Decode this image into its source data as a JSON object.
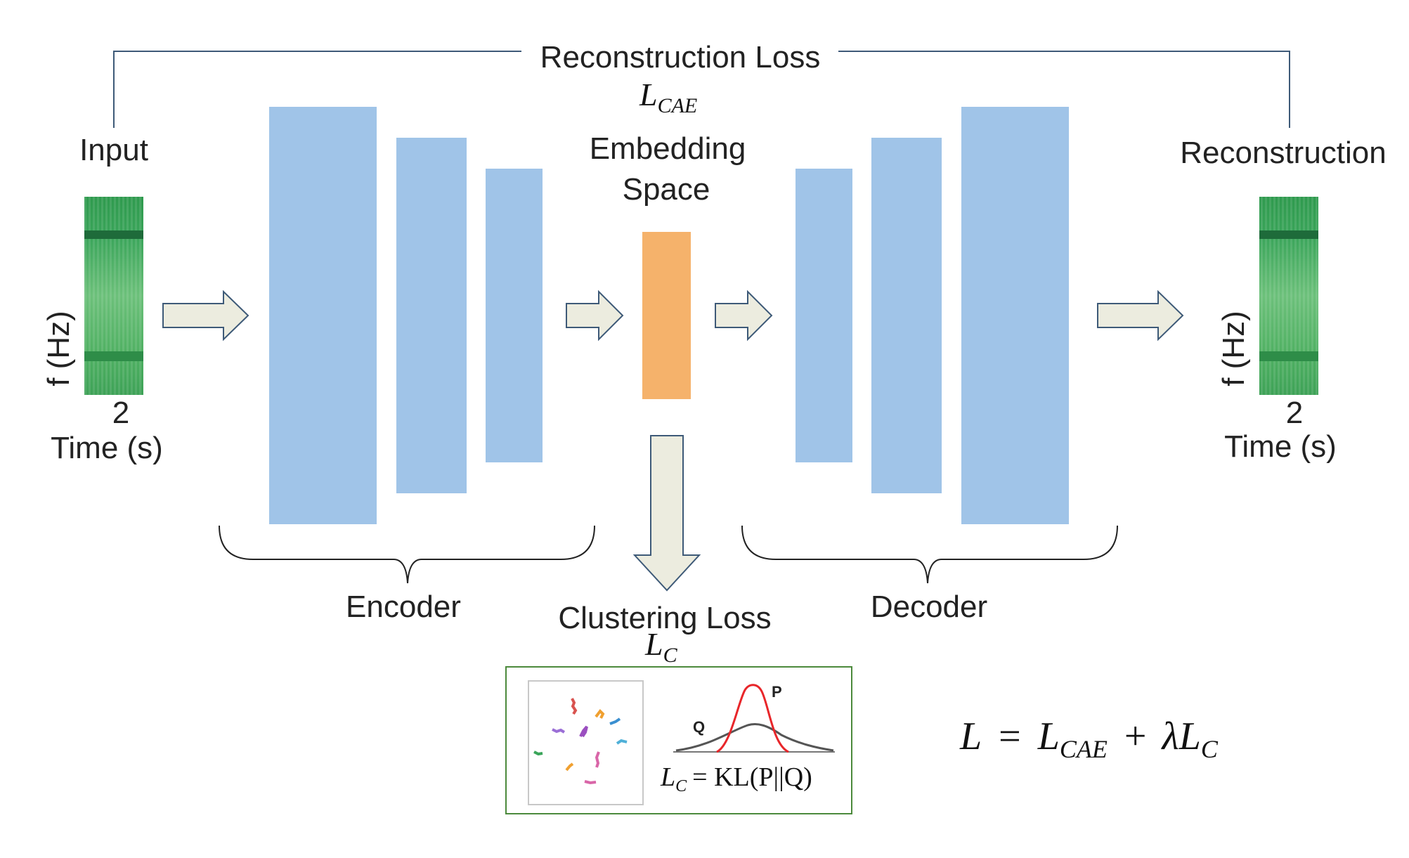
{
  "top_loss": {
    "label": "Reconstruction Loss",
    "symbol_base": "L",
    "symbol_sub": "CAE"
  },
  "input": {
    "title": "Input",
    "y_axis": "f (Hz)",
    "x_tick": "2",
    "x_axis": "Time (s)"
  },
  "output": {
    "title": "Reconstruction",
    "y_axis": "f (Hz)",
    "x_tick": "2",
    "x_axis": "Time (s)"
  },
  "embedding": {
    "line1": "Embedding",
    "line2": "Space"
  },
  "encoder": {
    "label": "Encoder"
  },
  "decoder": {
    "label": "Decoder"
  },
  "clustering": {
    "label": "Clustering Loss",
    "symbol_base": "L",
    "symbol_sub": "C",
    "p_label": "P",
    "q_label": "Q",
    "kl_lhs_base": "L",
    "kl_lhs_sub": "C",
    "kl_rhs": "= KL(P||Q)"
  },
  "total_loss": {
    "l": "L",
    "eq": "=",
    "t1_base": "L",
    "t1_sub": "CAE",
    "plus": "+",
    "lambda": "λ",
    "t2_base": "L",
    "t2_sub": "C"
  },
  "colors": {
    "layer": "#a0c4e8",
    "embedding": "#f5b26b",
    "arrow_fill": "#ececdf",
    "arrow_stroke": "#3e5a78",
    "bracket_line": "#3e5a78",
    "spectrogram": "#3fa85a",
    "box_border": "#4c8a3c",
    "p_curve": "#e8262a",
    "q_curve": "#555555"
  }
}
